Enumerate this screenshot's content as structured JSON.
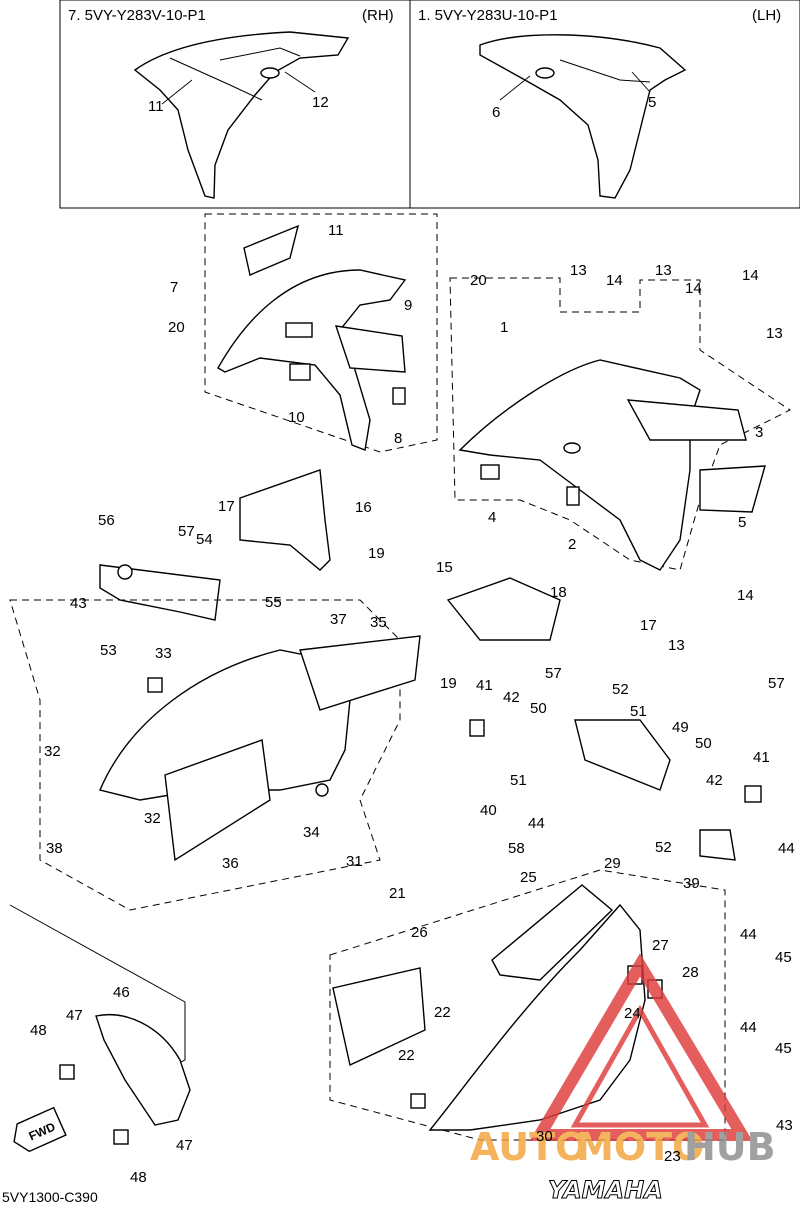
{
  "header": {
    "left_title": "7. 5VY-Y283V-10-P1",
    "left_side": "(RH)",
    "right_title": "1. 5VY-Y283U-10-P1",
    "right_side": "(LH)"
  },
  "inset_labels": {
    "a": "11",
    "b": "12",
    "c": "6",
    "d": "5"
  },
  "callouts": [
    "11",
    "7",
    "20",
    "9",
    "10",
    "8",
    "1",
    "20",
    "13",
    "14",
    "13",
    "14",
    "14",
    "13",
    "3",
    "4",
    "2",
    "5",
    "17",
    "16",
    "56",
    "57",
    "54",
    "19",
    "43",
    "55",
    "53",
    "15",
    "18",
    "17",
    "14",
    "13",
    "19",
    "57",
    "52",
    "50",
    "51",
    "49",
    "33",
    "37",
    "35",
    "41",
    "42",
    "32",
    "40",
    "51",
    "50",
    "57",
    "41",
    "42",
    "44",
    "38",
    "32",
    "34",
    "36",
    "31",
    "58",
    "52",
    "39",
    "44",
    "29",
    "21",
    "25",
    "26",
    "27",
    "28",
    "44",
    "45",
    "47",
    "46",
    "48",
    "22",
    "24",
    "22",
    "44",
    "45",
    "30",
    "23",
    "43",
    "47",
    "48"
  ],
  "footer": {
    "drawing_code": "5VY1300-C390",
    "fwd_label": "FWD",
    "brand_mark": "YAMAHA"
  },
  "watermark": {
    "part1": "AUTO",
    "part2": "MOTO",
    "part3": "HUB",
    "color_red": "#e03b3b",
    "color_orange": "#f2a33a",
    "color_gray": "#8c8c8c"
  }
}
